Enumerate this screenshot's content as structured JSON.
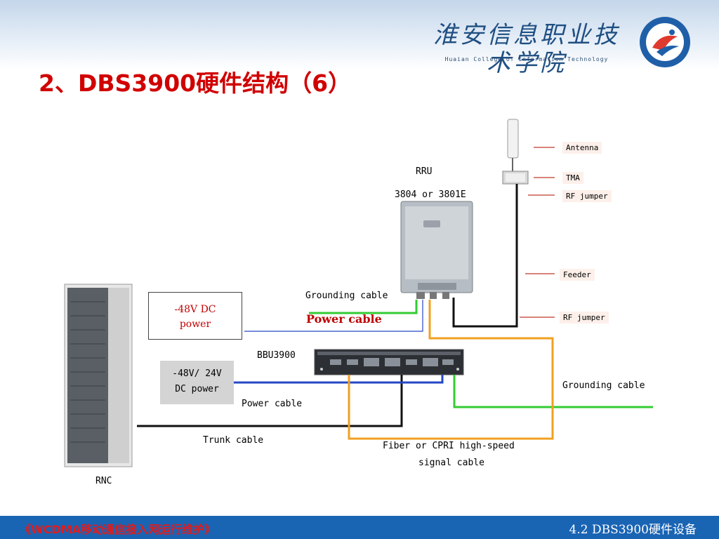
{
  "header": {
    "college_name_cn": "淮安信息职业技术学院",
    "college_name_en": "Huaian College of Information Technology",
    "logo_icon": "college-logo-icon"
  },
  "slide": {
    "title": "2、DBS3900硬件结构（6）"
  },
  "diagram": {
    "rru_label": "RRU",
    "rru_model": "3804 or 3801E",
    "bbu_label": "BBU3900",
    "rnc_label": "RNC",
    "labels": {
      "antenna": "Antenna",
      "tma": "TMA",
      "rf_jumper_top": "RF jumper",
      "feeder": "Feeder",
      "rf_jumper_bottom": "RF jumper",
      "grounding_cable_rru": "Grounding cable",
      "power_cable_rru": "Power cable",
      "grounding_cable_bbu": "Grounding cable",
      "power_cable_bbu": "Power  cable",
      "trunk_cable": "Trunk  cable",
      "fiber_line1": "Fiber or CPRI high-speed",
      "fiber_line2": "signal cable"
    },
    "dc48": {
      "line1": "-48V DC",
      "line2": "power"
    },
    "dc24": {
      "line1": "-48V/ 24V",
      "line2": "DC power"
    },
    "colors": {
      "power": "#2447c6",
      "grounding": "#33cc33",
      "fiber": "#f0a020",
      "trunk": "#111111",
      "leader": "#c0392b"
    }
  },
  "footer": {
    "left_text": "《WCDMA移动通信接入网运行维护》",
    "right_text": "4.2 DBS3900硬件设备"
  }
}
